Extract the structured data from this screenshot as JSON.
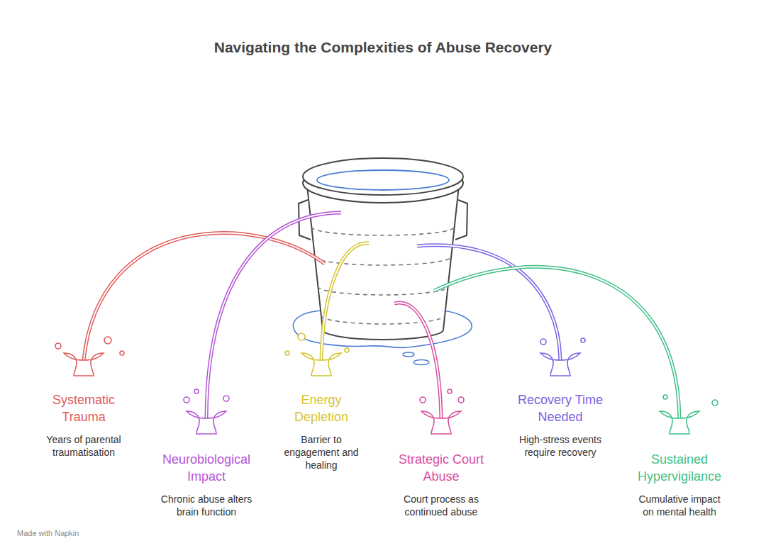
{
  "diagram": {
    "title": "Navigating the Complexities of Abuse Recovery",
    "nodes": [
      {
        "text": [
          "Systematic Trauma",
          "Years of parental traumatisation"
        ]
      },
      {
        "text": [
          "Neurobiological Impact",
          "Chronic abuse alters brain function"
        ]
      },
      {
        "text": [
          "Energy Depletion",
          "Barrier to engagement and healing"
        ]
      },
      {
        "text": [
          "Strategic Court Abuse",
          "Court process as continued abuse"
        ]
      },
      {
        "text": [
          "Recovery Time Needed",
          "High-stress events require recovery"
        ]
      },
      {
        "text": [
          "Sustained Hypervigilance",
          "Cumulative impact on mental health"
        ]
      }
    ],
    "labels": [
      "Made with Napkin"
    ]
  }
}
